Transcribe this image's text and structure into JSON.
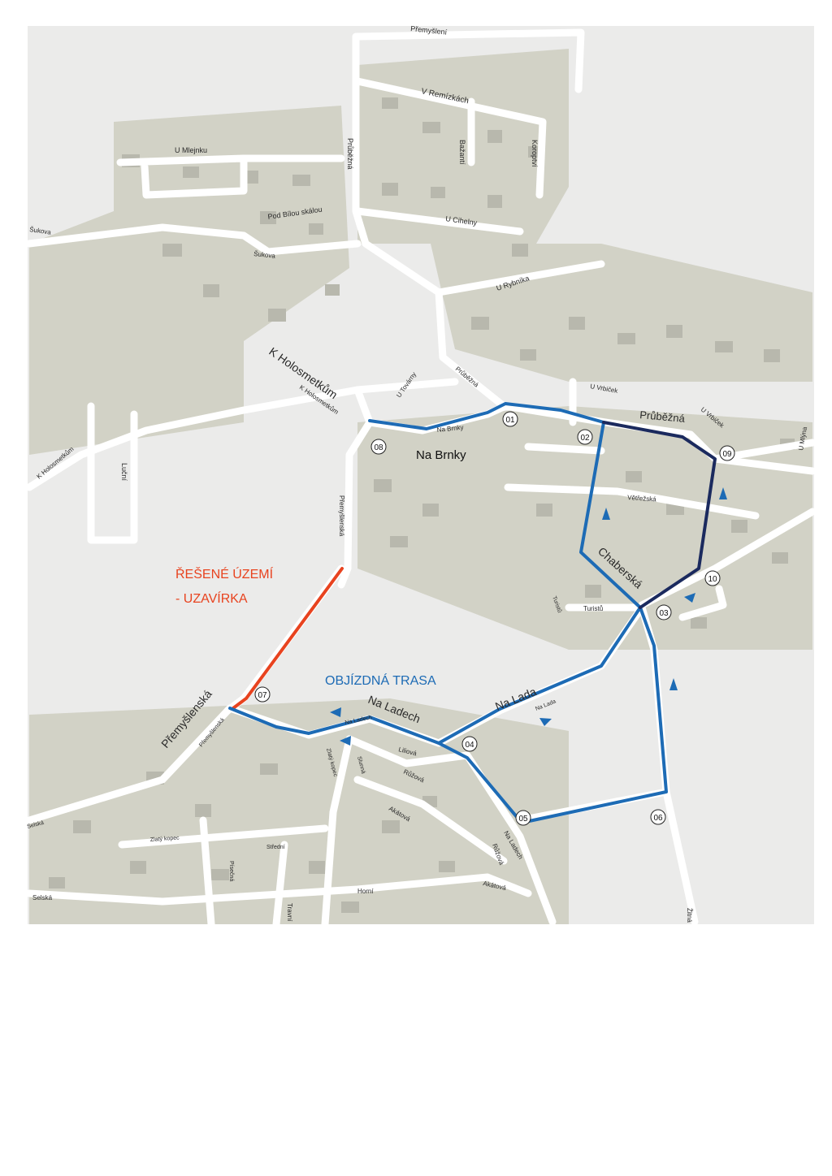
{
  "colors": {
    "background": "#ebebea",
    "built_area": "#cfcfc4",
    "building": "#b9b9ae",
    "road": "#ffffff",
    "closure": "#e8431f",
    "detour": "#1d6bb5",
    "detour_dark": "#1b2a5e",
    "closure_label": "#e8431f",
    "detour_label": "#1d6bb5"
  },
  "labels": {
    "closure_line1": "ŘEŠENÉ ÚZEMÍ",
    "closure_line2": "- UZAVÍRKA",
    "detour": "OBJÍZDNÁ TRASA"
  },
  "streets": {
    "premysleni": "Přemyšlení",
    "v_remizkach": "V Remízkách",
    "u_mlejnku": "U Mlejnku",
    "prubezna_n": "Průběžná",
    "bazantni": "Bažantí",
    "koroptvi": "Koroptví",
    "pod_bilou_skalou": "Pod Bílou skálou",
    "u_cihelny": "U Cihelny",
    "sukova": "Šukova",
    "sukova2": "Šukova",
    "u_rybnika": "U Rybníka",
    "k_holosmetkum_big": "K Holosmetkům",
    "k_holosmetkum_small": "K Holosmetkům",
    "k_holosmetkum_w": "K Holosmetkům",
    "u_tovarny": "U Továrny",
    "prubezna_mid": "Průběžná",
    "u_vrbicek1": "U Vrbiček",
    "u_vrbicek2": "U Vrbiček",
    "prubezna_e": "Průběžná",
    "na_brnky": "Na Brnky",
    "na_brnky_small": "Na Brnky",
    "lucni": "Luční",
    "premyslenska_n": "Přemyšlenská",
    "vetrezska": "Větřežská",
    "chaberska": "Chaberská",
    "u_mlyna": "U Mlýna",
    "turisticka": "Turistů",
    "turisticka_v": "Turistů",
    "premyslenska_big": "Přemyšlenská",
    "premyslenska_small": "Přemyšlenská",
    "na_ladech": "Na Ladech",
    "na_ladech_small": "Na Ladech",
    "na_lada": "Na Lada",
    "na_lada_small": "Na Lada",
    "liliova": "Liliová",
    "ruzova": "Růžová",
    "ruzova2": "Růžová",
    "akatova": "Akátová",
    "akatova2": "Akátová",
    "slunna": "Slunná",
    "zlaty_kopec": "Zlatý kopec",
    "zlaty_kopec_v": "Zlatý kopec",
    "stredni": "Střední",
    "horni": "Horní",
    "selska": "Selská",
    "travni": "Travní",
    "pisecna": "Písečná",
    "na_ladech_s": "Na Ladech",
    "zitna": "Žitná",
    "selska_w": "Selská"
  },
  "stops": [
    "01",
    "02",
    "03",
    "04",
    "05",
    "06",
    "07",
    "08",
    "09",
    "10"
  ]
}
